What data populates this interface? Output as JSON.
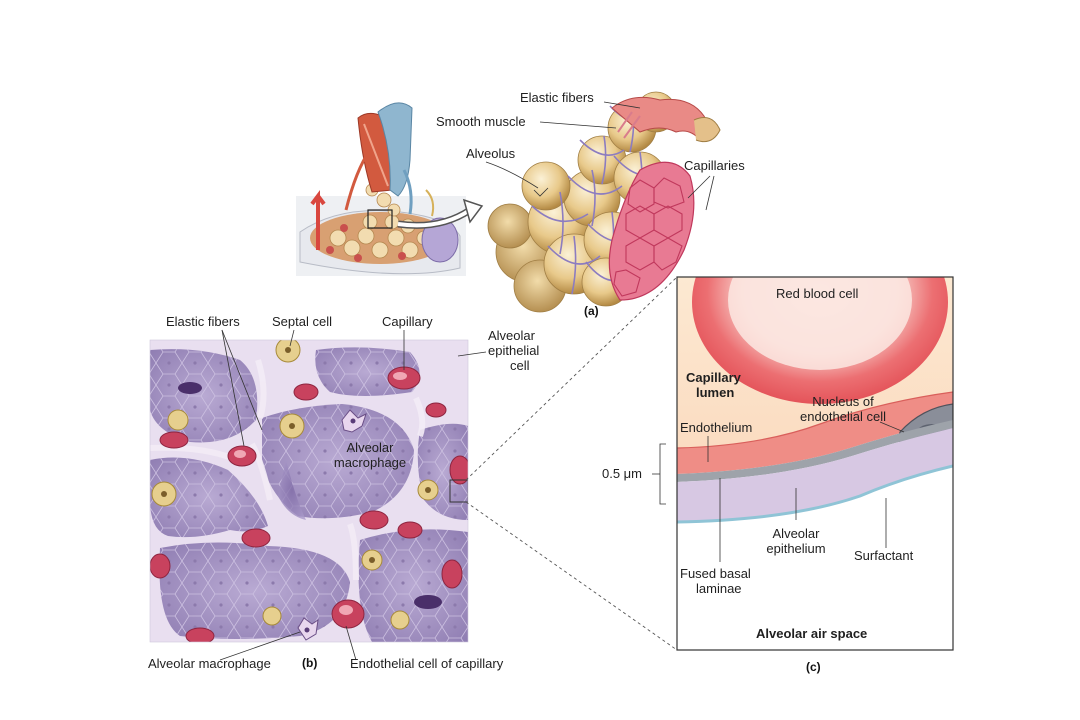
{
  "panel_a": {
    "tag": "(a)",
    "labels": {
      "elastic_fibers": "Elastic fibers",
      "smooth_muscle": "Smooth muscle",
      "alveolus": "Alveolus",
      "capillaries": "Capillaries"
    }
  },
  "panel_b": {
    "tag": "(b)",
    "labels": {
      "elastic_fibers": "Elastic fibers",
      "septal_cell": "Septal cell",
      "capillary": "Capillary",
      "alveolar_epithelial_cell": [
        "Alveolar",
        "epithelial",
        "cell"
      ],
      "alveolar_macrophage_center": [
        "Alveolar",
        "macrophage"
      ],
      "alveolar_macrophage_bottom": "Alveolar macrophage",
      "endothelial_cell_of_capillary": "Endothelial cell of capillary"
    }
  },
  "panel_c": {
    "tag": "(c)",
    "labels": {
      "red_blood_cell": "Red blood cell",
      "capillary_lumen": [
        "Capillary",
        "lumen"
      ],
      "nucleus_of_endothelial_cell": [
        "Nucleus of",
        "endothelial cell"
      ],
      "endothelium": "Endothelium",
      "thickness": "0.5 μm",
      "alveolar_epithelium": [
        "Alveolar",
        "epithelium"
      ],
      "surfactant": "Surfactant",
      "fused_basal_laminae": [
        "Fused basal",
        "laminae"
      ],
      "alveolar_air_space": "Alveolar air space"
    }
  },
  "colors": {
    "alveolus_tan": "#e8c98a",
    "capillary_pink": "#e35a78",
    "vessel_blue": "#8fb6cf",
    "tissue_purple": "#a897c4",
    "rbc_red": "#ec6f72",
    "lumen_cream": "#fbe7cf",
    "epithelium_lavender": "#d7c8e3"
  }
}
